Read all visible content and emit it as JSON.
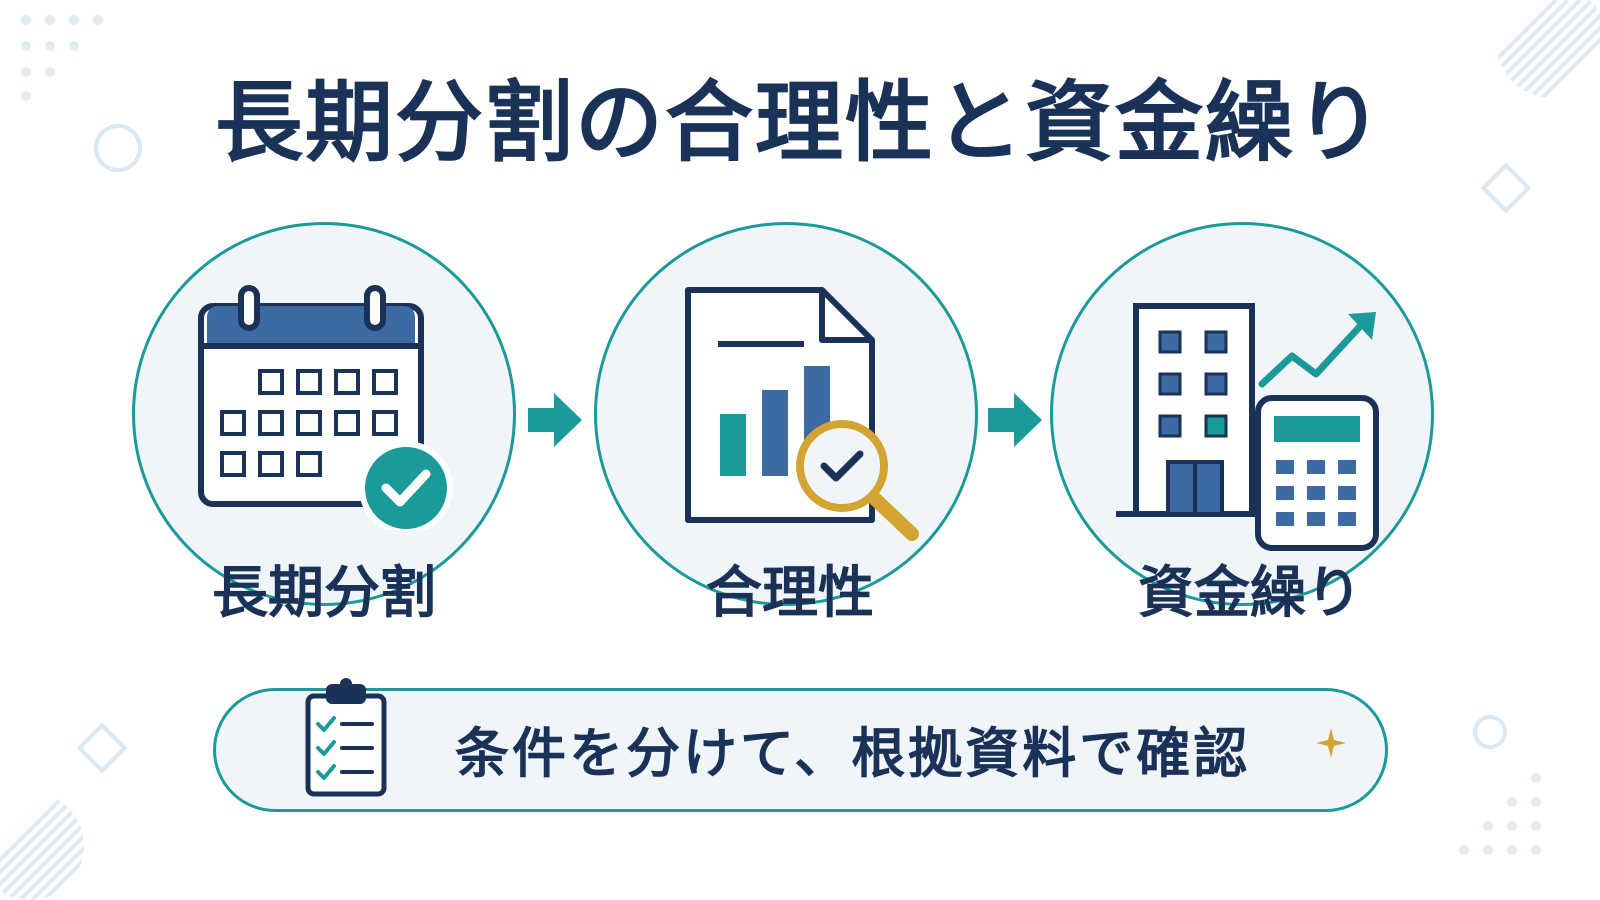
{
  "title": "長期分割の合理性と資金繰り",
  "steps": [
    {
      "label": "長期分割",
      "icon": "calendar-check-icon"
    },
    {
      "label": "合理性",
      "icon": "document-chart-magnifier-icon"
    },
    {
      "label": "資金繰り",
      "icon": "building-calculator-growth-icon"
    }
  ],
  "note": {
    "text": "条件を分けて、根拠資料で確認",
    "icon": "clipboard-checklist-icon"
  },
  "colors": {
    "navy": "#1a3158",
    "teal": "#1a9a99",
    "blue": "#3d6aa3",
    "gold": "#d4a433",
    "bg_circle": "#f0f5fa"
  }
}
